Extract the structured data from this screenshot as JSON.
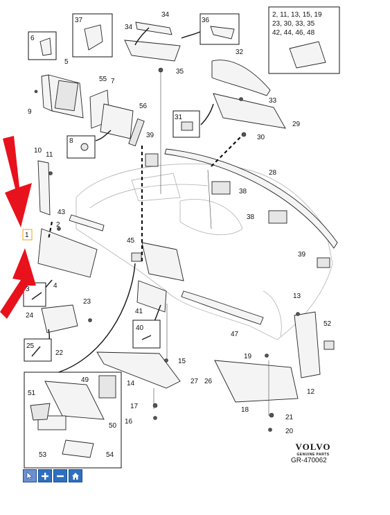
{
  "diagram": {
    "reference": "GR-470062",
    "brand": {
      "name": "VOLVO",
      "sub": "GENUINE PARTS"
    },
    "callouts": [
      {
        "id": "c1",
        "text": "1"
      },
      {
        "id": "c2",
        "text": "2"
      },
      {
        "id": "c3",
        "text": "3"
      },
      {
        "id": "c4",
        "text": "4"
      },
      {
        "id": "c5",
        "text": "5"
      },
      {
        "id": "c6",
        "text": "6"
      },
      {
        "id": "c7",
        "text": "7"
      },
      {
        "id": "c8",
        "text": "8"
      },
      {
        "id": "c9",
        "text": "9"
      },
      {
        "id": "c10",
        "text": "10"
      },
      {
        "id": "c11",
        "text": "11"
      },
      {
        "id": "c12",
        "text": "12"
      },
      {
        "id": "c13",
        "text": "13"
      },
      {
        "id": "c14",
        "text": "14"
      },
      {
        "id": "c15",
        "text": "15"
      },
      {
        "id": "c16",
        "text": "16"
      },
      {
        "id": "c17",
        "text": "17"
      },
      {
        "id": "c18",
        "text": "18"
      },
      {
        "id": "c19",
        "text": "19"
      },
      {
        "id": "c20",
        "text": "20"
      },
      {
        "id": "c21",
        "text": "21"
      },
      {
        "id": "c22",
        "text": "22"
      },
      {
        "id": "c23",
        "text": "23"
      },
      {
        "id": "c24",
        "text": "24"
      },
      {
        "id": "c25",
        "text": "25"
      },
      {
        "id": "c26",
        "text": "26"
      },
      {
        "id": "c27",
        "text": "27"
      },
      {
        "id": "c28",
        "text": "28"
      },
      {
        "id": "c29",
        "text": "29"
      },
      {
        "id": "c30",
        "text": "30"
      },
      {
        "id": "c31",
        "text": "31"
      },
      {
        "id": "c32",
        "text": "32"
      },
      {
        "id": "c33",
        "text": "33"
      },
      {
        "id": "c34a",
        "text": "34"
      },
      {
        "id": "c34b",
        "text": "34"
      },
      {
        "id": "c35",
        "text": "35"
      },
      {
        "id": "c36",
        "text": "36"
      },
      {
        "id": "c37",
        "text": "37"
      },
      {
        "id": "c38a",
        "text": "38"
      },
      {
        "id": "c38b",
        "text": "38"
      },
      {
        "id": "c39a",
        "text": "39"
      },
      {
        "id": "c39b",
        "text": "39"
      },
      {
        "id": "c40",
        "text": "40"
      },
      {
        "id": "c41",
        "text": "41"
      },
      {
        "id": "c43",
        "text": "43"
      },
      {
        "id": "c45",
        "text": "45"
      },
      {
        "id": "c47",
        "text": "47"
      },
      {
        "id": "c49",
        "text": "49"
      },
      {
        "id": "c50",
        "text": "50"
      },
      {
        "id": "c51",
        "text": "51"
      },
      {
        "id": "c52",
        "text": "52"
      },
      {
        "id": "c53",
        "text": "53"
      },
      {
        "id": "c54",
        "text": "54"
      },
      {
        "id": "c55",
        "text": "55"
      },
      {
        "id": "c56",
        "text": "56"
      }
    ],
    "parts_list": {
      "line1": "2, 11, 13, 15, 19",
      "line2": "23, 30, 33, 35",
      "line3": "42, 44, 46, 48"
    }
  },
  "toolbar": {
    "buttons": [
      {
        "name": "pointer-tool-button",
        "icon": "cursor-icon"
      },
      {
        "name": "zoom-in-button",
        "icon": "plus-icon"
      },
      {
        "name": "zoom-out-button",
        "icon": "minus-icon"
      },
      {
        "name": "home-view-button",
        "icon": "home-icon"
      }
    ]
  },
  "colors": {
    "arrow": "#e8121c",
    "toolbar": "#2f6fbf",
    "highlight": "#e8a317"
  }
}
